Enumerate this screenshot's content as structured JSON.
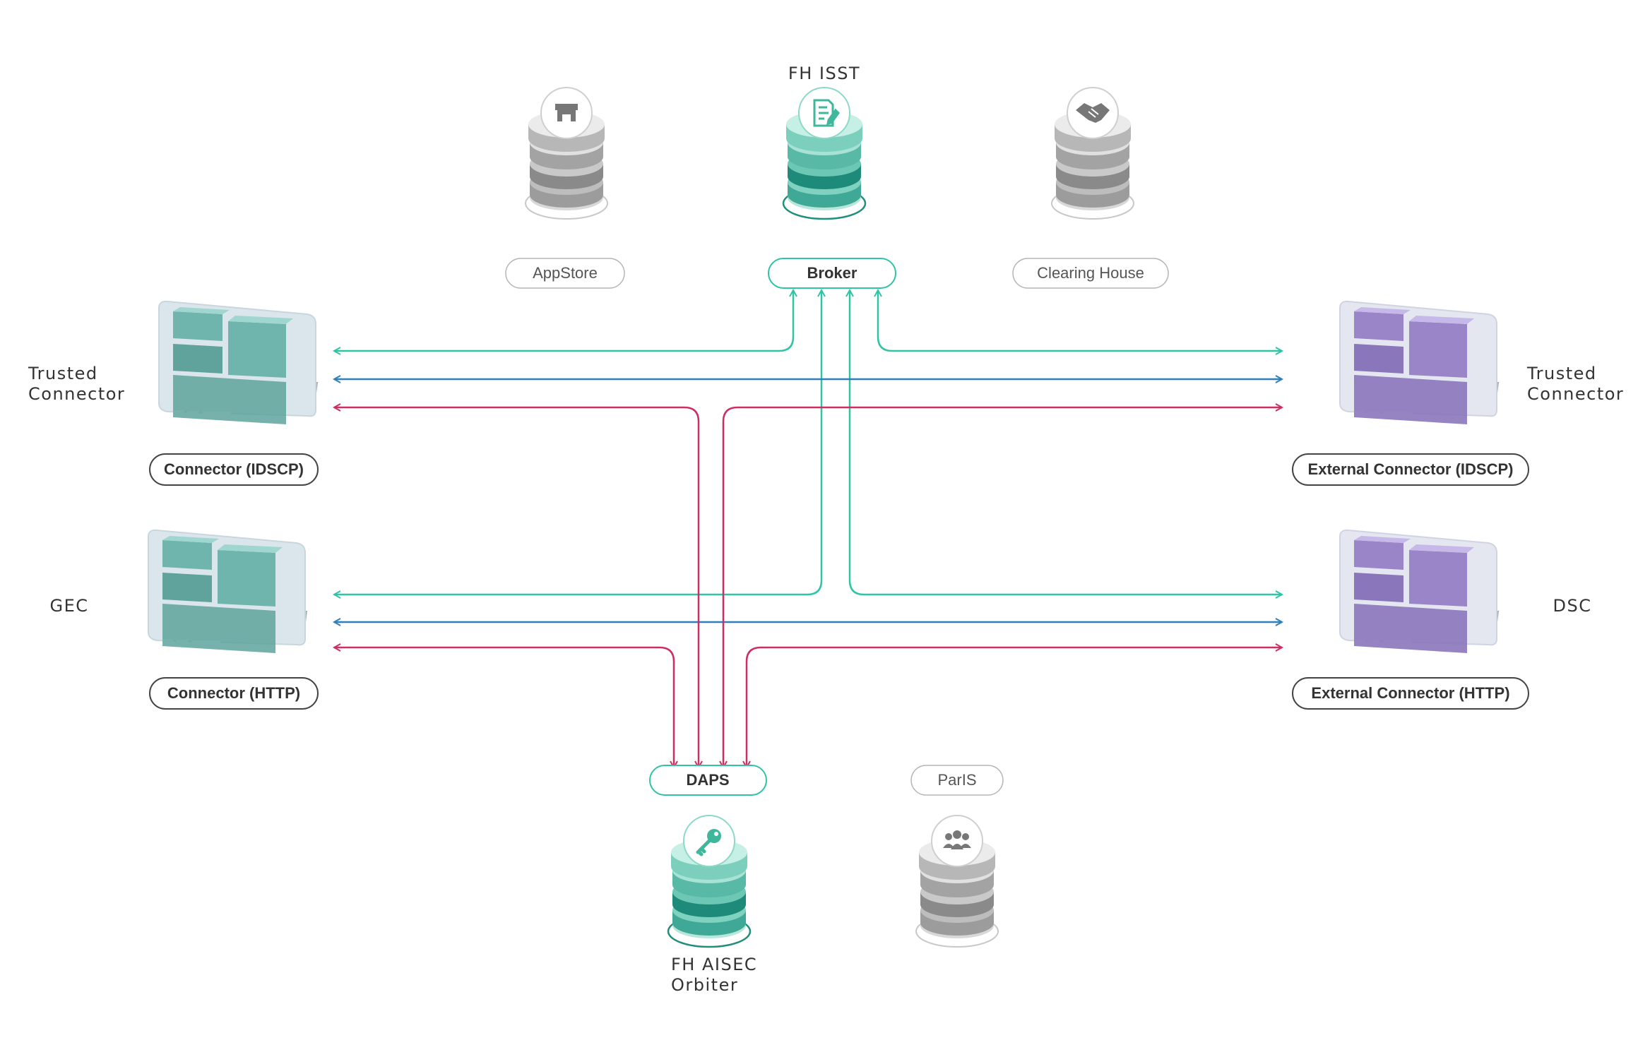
{
  "org_labels": {
    "fh_isst": "FH ISST",
    "trusted_connector_left_line1": "Trusted",
    "trusted_connector_left_line2": "Connector",
    "trusted_connector_right_line1": "Trusted",
    "trusted_connector_right_line2": "Connector",
    "gec": "GEC",
    "dsc": "DSC",
    "fh_aisec_line1": "FH AISEC",
    "fh_aisec_line2": "Orbiter"
  },
  "nodes": {
    "appstore": "AppStore",
    "broker": "Broker",
    "clearing_house": "Clearing House",
    "connector_idscp": "Connector (IDSCP)",
    "external_connector_idscp": "External Connector (IDSCP)",
    "connector_http": "Connector (HTTP)",
    "external_connector_http": "External Connector (HTTP)",
    "daps": "DAPS",
    "paris": "ParIS"
  },
  "icons": {
    "appstore": "storefront-icon",
    "broker": "document-edit-icon",
    "clearing_house": "handshake-icon",
    "daps": "key-icon",
    "paris": "users-group-icon"
  },
  "colors": {
    "teal": "#2ec4a4",
    "blue": "#2f7fb8",
    "crimson": "#cc2f62",
    "teal_box": "#6fb4ad",
    "purple_box": "#9a85c9",
    "gray_db": "#9c9c9c",
    "pill_border_gray": "#b5b5b5",
    "pill_border_dark": "#444444"
  }
}
